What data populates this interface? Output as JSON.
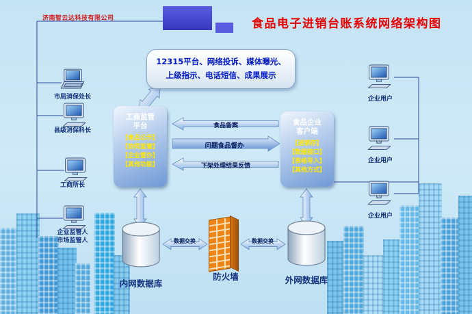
{
  "header": {
    "company": "济南智云达科技有限公司",
    "title": "食品电子进销台账系统网络架构图"
  },
  "callout": {
    "text": "12315平台、网络投诉、媒体曝光、上级指示、电话短信、成果展示"
  },
  "platform_box": {
    "title_line1": "工商监管",
    "title_line2": "平台",
    "items": [
      "【食品公示】",
      "【协同监管】",
      "【企业督办】",
      "【其他功能】"
    ]
  },
  "client_box": {
    "title_line1": "食品企业",
    "title_line2": "客户端",
    "items": [
      "【进销存】",
      "【数据接口】",
      "【表格导入】",
      "【其他方式】"
    ]
  },
  "flows": {
    "filing": "食品备案",
    "supervision": "问题食品督办",
    "feedback": "下架处理结果反馈"
  },
  "left_users": [
    {
      "line1": "市局消保处长",
      "line2": ""
    },
    {
      "line1": "县级消保科长",
      "line2": ""
    },
    {
      "line1": "工商所长",
      "line2": ""
    },
    {
      "line1": "企业监管人",
      "line2": "市场监管人"
    }
  ],
  "right_users": [
    {
      "label": "企业用户"
    },
    {
      "label": "企业用户"
    },
    {
      "label": "企业用户"
    }
  ],
  "storage": {
    "internal_db": "内网数据库",
    "external_db": "外网数据库",
    "firewall": "防火墙",
    "exchange_left": "数据交换",
    "exchange_right": "数据交换"
  },
  "colors": {
    "title_red": "#e80000",
    "box_blue": "#7099d6",
    "item_yellow": "#ffe800",
    "label_navy": "#14337e",
    "firewall_orange": "#ee8316"
  }
}
